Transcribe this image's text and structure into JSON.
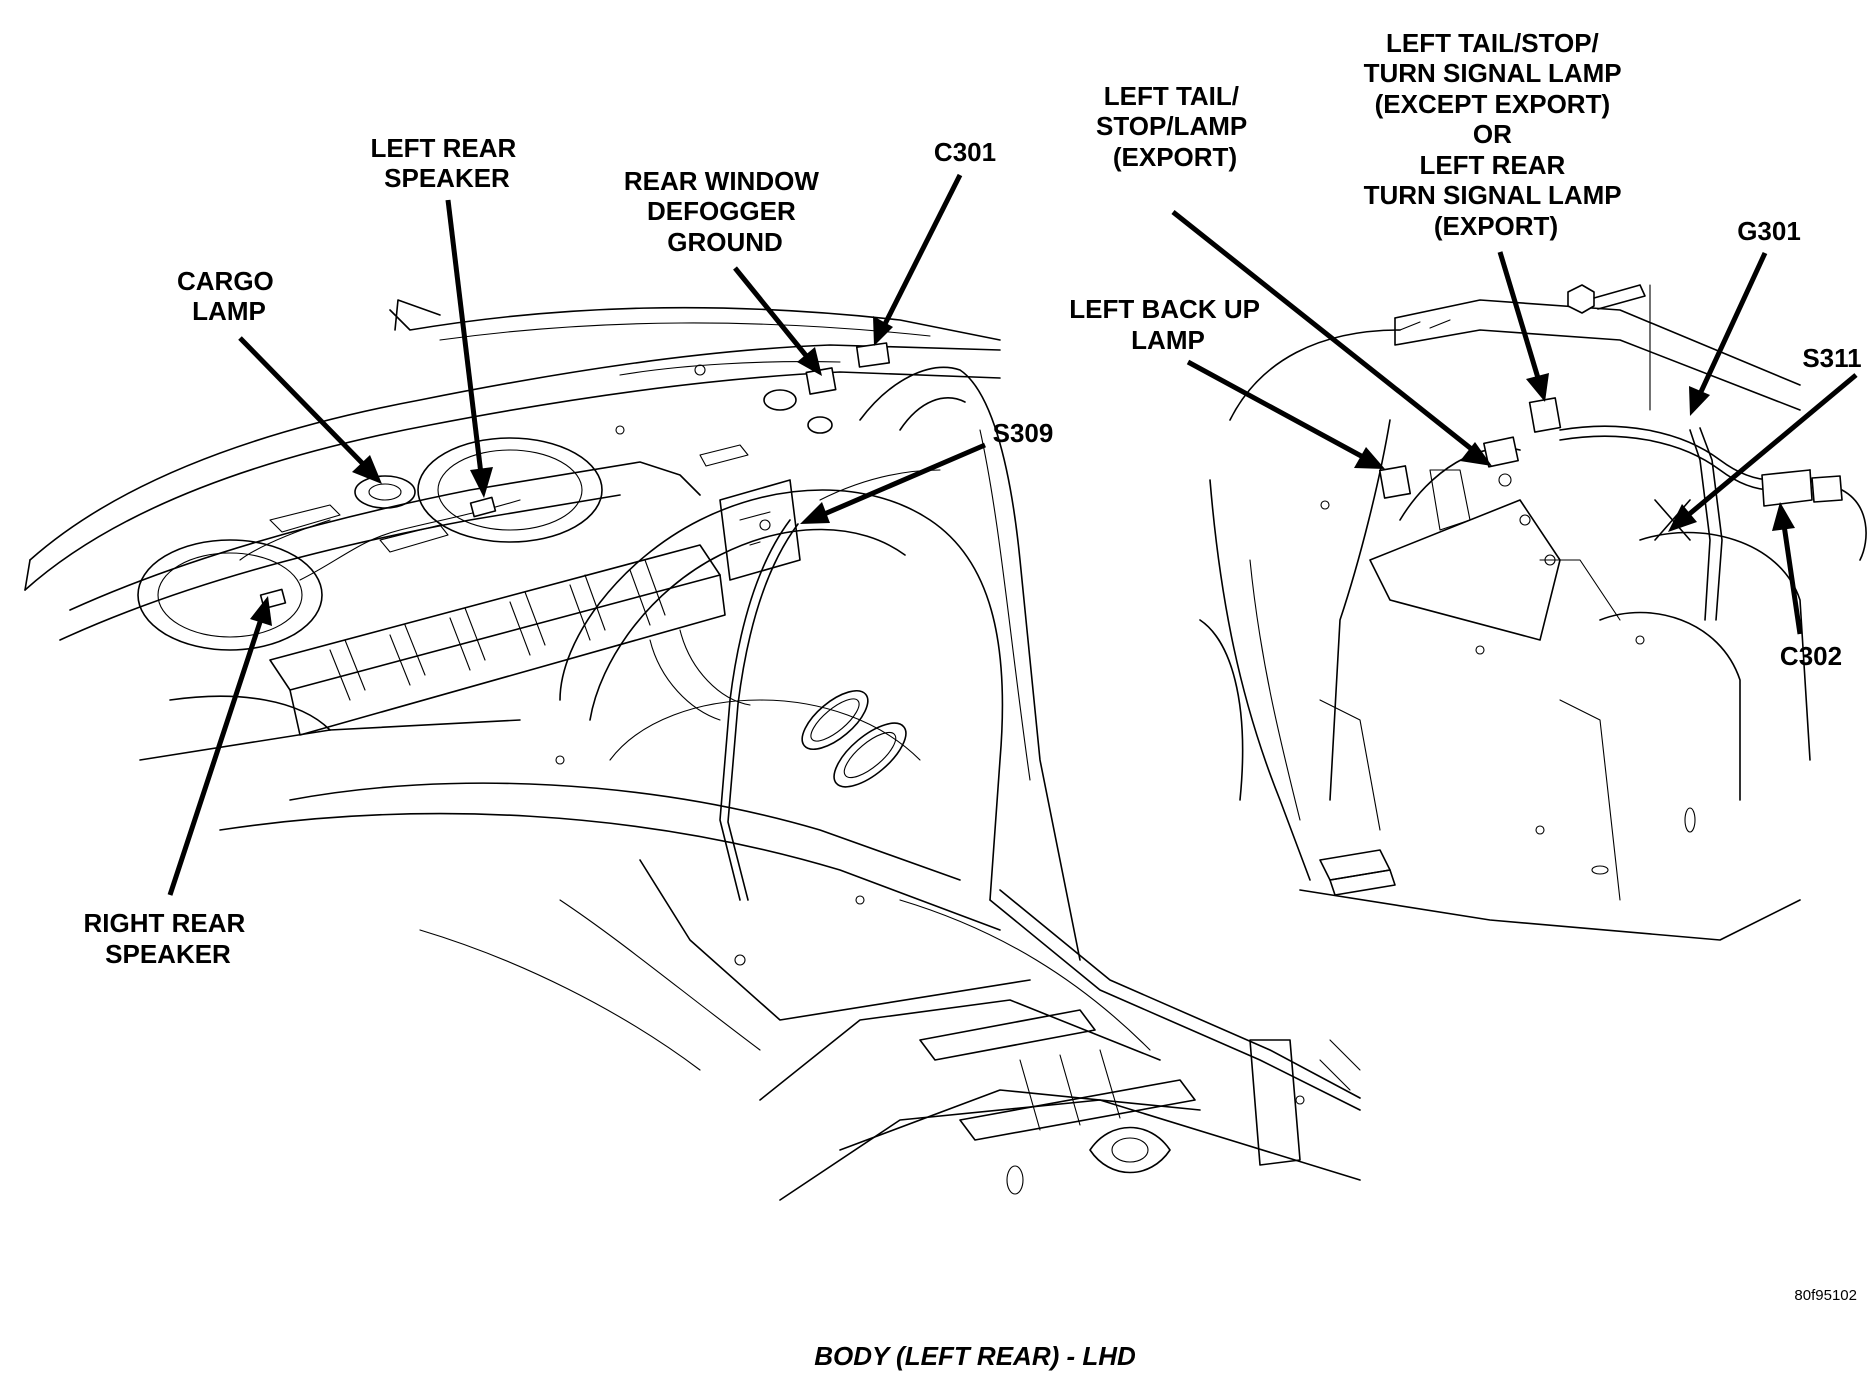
{
  "diagram": {
    "caption": "BODY (LEFT REAR) - LHD",
    "figure_code": "80f95102",
    "callouts": {
      "cargo_lamp": [
        "CARGO",
        "LAMP"
      ],
      "left_rear_speaker": [
        "LEFT REAR",
        "SPEAKER"
      ],
      "rear_window_defogger_ground": [
        "REAR WINDOW",
        "DEFOGGER",
        "GROUND"
      ],
      "c301": [
        "C301"
      ],
      "s309": [
        "S309"
      ],
      "right_rear_speaker": [
        "RIGHT REAR",
        "SPEAKER"
      ],
      "left_tail_stop_lamp_export": [
        "LEFT TAIL/",
        "STOP/LAMP",
        "(EXPORT)"
      ],
      "left_tail_stop_turn_signal_lamp": [
        "LEFT TAIL/STOP/",
        "TURN SIGNAL LAMP",
        "(EXCEPT EXPORT)",
        "OR",
        "LEFT REAR",
        "TURN SIGNAL LAMP",
        "(EXPORT)"
      ],
      "left_back_up_lamp": [
        "LEFT BACK UP",
        "LAMP"
      ],
      "g301": [
        "G301"
      ],
      "s311": [
        "S311"
      ],
      "c302": [
        "C302"
      ]
    }
  }
}
